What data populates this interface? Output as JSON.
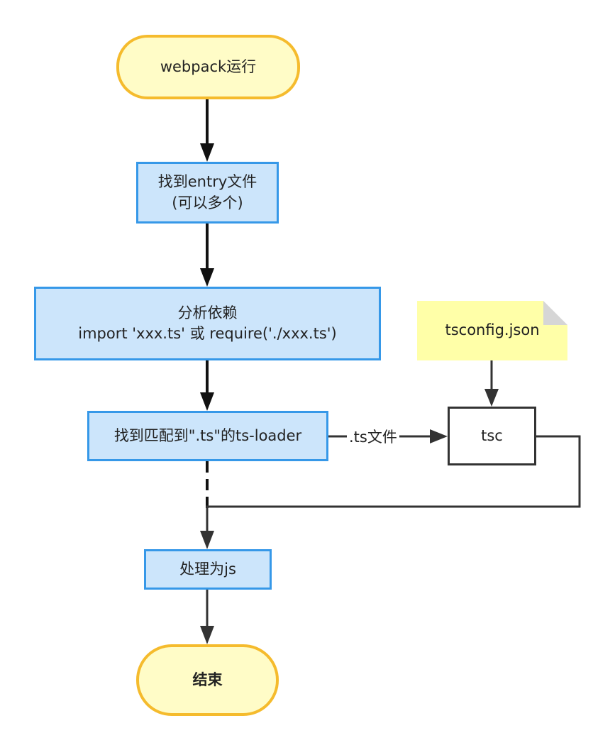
{
  "nodes": {
    "start": {
      "label": "webpack运行"
    },
    "find_entry": {
      "line1": "找到entry文件",
      "line2": "(可以多个)"
    },
    "analyze_deps": {
      "line1": "分析依赖",
      "line2": "import 'xxx.ts' 或 require('./xxx.ts')"
    },
    "match_loader": {
      "label": "找到匹配到\".ts\"的ts-loader"
    },
    "tsc": {
      "label": "tsc"
    },
    "tsconfig": {
      "label": "tsconfig.json"
    },
    "to_js": {
      "label": "处理为js"
    },
    "end": {
      "label": "结束"
    }
  },
  "edges": {
    "ts_files_label": ".ts文件"
  },
  "colors": {
    "terminal_fill": "#fffcc7",
    "terminal_border": "#f5bb2d",
    "process_fill": "#cce5fb",
    "process_border": "#3698e8",
    "note_fill": "#ffffa8",
    "line": "#333333"
  }
}
